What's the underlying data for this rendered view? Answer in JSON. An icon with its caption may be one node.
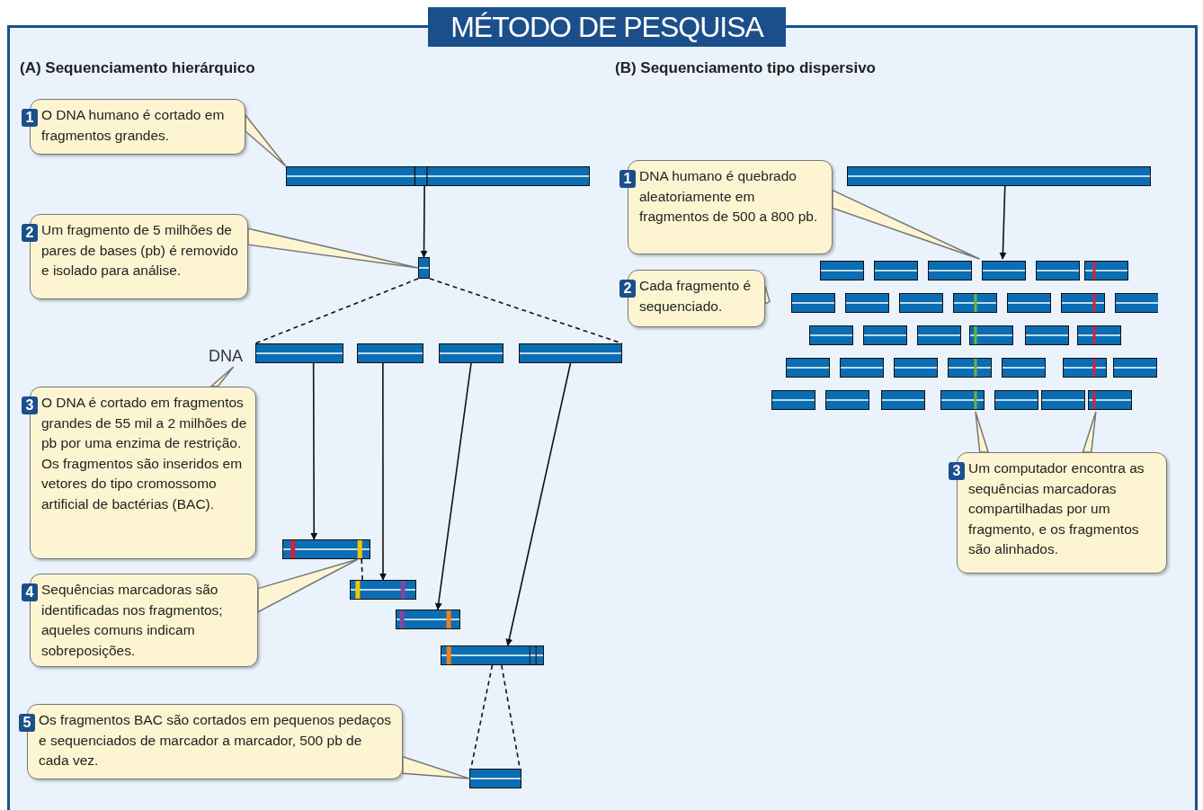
{
  "diagram": {
    "title": "MÉTODO DE PESQUISA",
    "nodes": [
      {
        "text": [
          "1",
          "O DNA humano é cortado em fragmentos grandes."
        ]
      },
      {
        "text": [],
        "shape": "bar"
      },
      {
        "text": [
          "2",
          "Um fragmento de 5 milhões de pares de bases (pb) é removido e isolado para análise."
        ]
      },
      {
        "text": [],
        "shape": "bar"
      },
      {
        "text": [
          "3",
          "O DNA é cortado em fragmentos grandes de 55 mil a 2 milhões de pb por uma enzima de restrição. Os fragmentos são inseridos em  vetores do tipo cromossomo artificial de bactérias (BAC)."
        ]
      },
      {
        "text": [
          "DNA"
        ]
      },
      {
        "text": [],
        "shape": "bar"
      },
      {
        "text": [],
        "shape": "bar"
      },
      {
        "text": [],
        "shape": "bar"
      },
      {
        "text": [],
        "shape": "bar"
      },
      {
        "text": [],
        "shape": "bar"
      },
      {
        "text": [],
        "shape": "bar"
      },
      {
        "text": [],
        "shape": "bar"
      },
      {
        "text": [],
        "shape": "bar"
      },
      {
        "text": [
          "4",
          "Sequências marcadoras são identificadas nos fragmentos; aqueles comuns indicam sobreposições."
        ]
      },
      {
        "text": [
          "5",
          "Os fragmentos BAC são cortados em pequenos pedaços e sequenciados de marcador a marcador, 500 pb de cada vez."
        ]
      },
      {
        "text": [],
        "shape": "bar"
      },
      {
        "text": [
          "1",
          "DNA humano é quebrado aleatoriamente em fragmentos de 500 a 800 pb."
        ]
      },
      {
        "text": [],
        "shape": "bar"
      },
      {
        "text": [],
        "shape": "picture"
      },
      {
        "text": [
          "2",
          "Cada fragmento é sequenciado."
        ]
      },
      {
        "text": [
          "3",
          "Um computador encontra as sequências marcadoras compartilhadas por um fragmento, e os fragmentos são alinhados."
        ]
      }
    ],
    "edges": [
      {
        "from": 0,
        "to": 1,
        "arrow": "none"
      },
      {
        "from": 1,
        "to": 3,
        "arrow": "to"
      },
      {
        "from": 2,
        "to": 3,
        "arrow": "none"
      },
      {
        "from": 3,
        "to": 6,
        "arrow": "none",
        "style": "dashed"
      },
      {
        "from": 3,
        "to": 9,
        "arrow": "none",
        "style": "dashed"
      },
      {
        "from": 4,
        "to": 5,
        "arrow": "none"
      },
      {
        "from": 6,
        "to": 10,
        "arrow": "to"
      },
      {
        "from": 7,
        "to": 11,
        "arrow": "to"
      },
      {
        "from": 8,
        "to": 12,
        "arrow": "to"
      },
      {
        "from": 9,
        "to": 13,
        "arrow": "to"
      },
      {
        "from": 10,
        "to": 11,
        "arrow": "none",
        "style": "dashed"
      },
      {
        "from": 14,
        "to": 10,
        "arrow": "none"
      },
      {
        "from": 13,
        "to": 16,
        "arrow": "none",
        "style": "dashed"
      },
      {
        "from": 15,
        "to": 16,
        "arrow": "none"
      },
      {
        "from": 17,
        "to": 19,
        "arrow": "none"
      },
      {
        "from": 18,
        "to": 19,
        "arrow": "to"
      },
      {
        "from": 20,
        "to": 19,
        "arrow": "none"
      },
      {
        "from": 21,
        "to": 19,
        "arrow": "none"
      },
      {
        "from": 21,
        "to": 19,
        "arrow": "none"
      }
    ],
    "labels": [
      "(A) Sequenciamento hierárquico",
      "(B) Sequenciamento tipo dispersivo"
    ]
  }
}
